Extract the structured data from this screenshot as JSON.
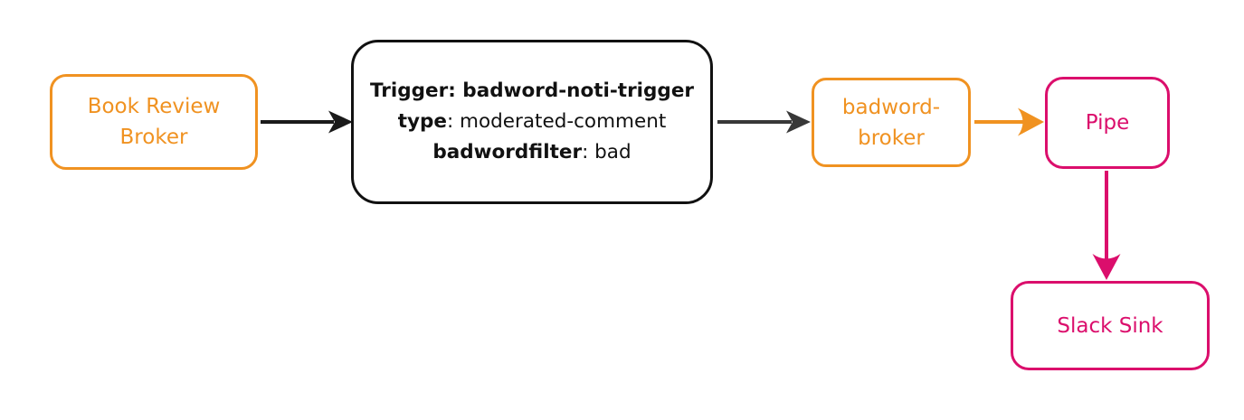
{
  "diagram": {
    "kind": "event-flow-diagram",
    "background": "#ffffff"
  },
  "colors": {
    "orange": "#f09221",
    "pink": "#db0e6c",
    "dark": "#111111",
    "arrow_black": "#1a1a1a",
    "arrow_gray": "#383838"
  },
  "nodes": {
    "book_review_broker": {
      "label": "Book Review Broker",
      "border_color": "#f09221"
    },
    "trigger": {
      "lines": [
        {
          "bold": "Trigger: badword-noti-trigger",
          "regular": ""
        },
        {
          "bold": "type",
          "regular": ": moderated-comment"
        },
        {
          "bold": "badwordfilter",
          "regular": ": bad"
        }
      ],
      "border_color": "#111111"
    },
    "badword_broker": {
      "label": "badword-broker",
      "border_color": "#f09221"
    },
    "pipe": {
      "label": "Pipe",
      "border_color": "#db0e6c"
    },
    "slack_sink": {
      "label": "Slack Sink",
      "border_color": "#db0e6c"
    }
  },
  "edges": [
    {
      "from": "book_review_broker",
      "to": "trigger",
      "color": "#1a1a1a"
    },
    {
      "from": "trigger",
      "to": "badword_broker",
      "color": "#383838"
    },
    {
      "from": "badword_broker",
      "to": "pipe",
      "color": "#f09221"
    },
    {
      "from": "pipe",
      "to": "slack_sink",
      "color": "#db0e6c"
    }
  ]
}
